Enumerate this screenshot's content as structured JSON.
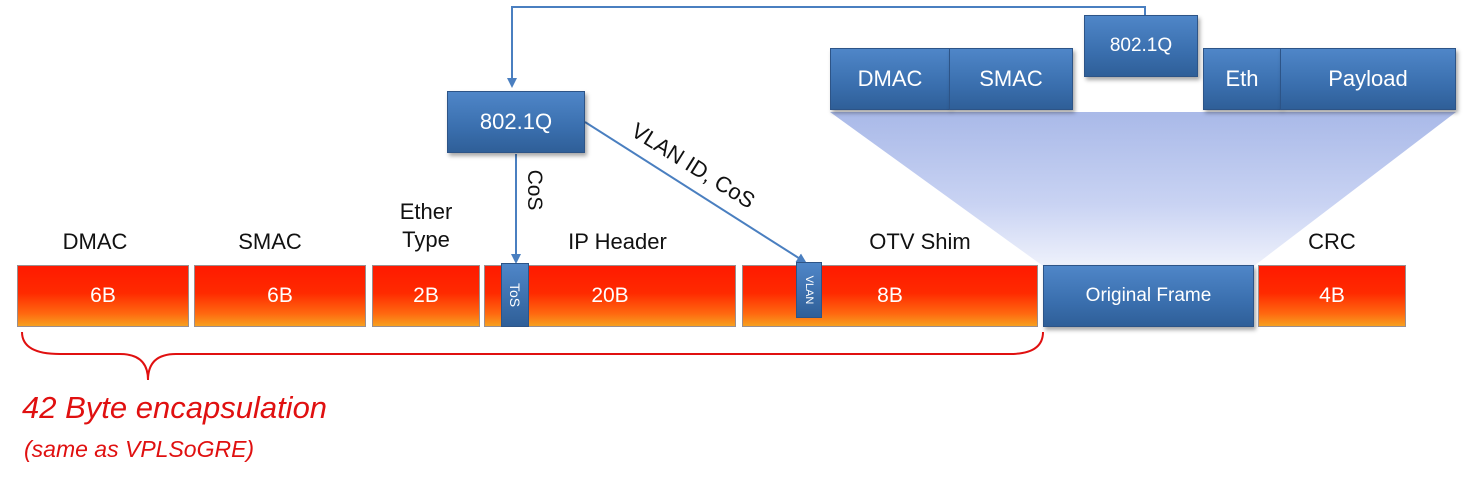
{
  "frame": {
    "dmac_label": "DMAC",
    "dmac_size": "6B",
    "smac_label": "SMAC",
    "smac_size": "6B",
    "ethertype_label": "Ether\nType",
    "ethertype_size": "2B",
    "ip_label": "IP Header",
    "ip_size": "20B",
    "tos_tag": "ToS",
    "otv_label": "OTV Shim",
    "otv_size": "8B",
    "vlan_tag": "VLAN",
    "original_frame": "Original Frame",
    "crc_label": "CRC",
    "crc_size": "4B"
  },
  "dot1q_box": "802.1Q",
  "arrow_labels": {
    "cos": "CoS",
    "vlan_cos": "VLAN ID, CoS"
  },
  "original": {
    "dmac": "DMAC",
    "smac": "SMAC",
    "dot1q": "802.1Q",
    "eth": "Eth",
    "payload": "Payload"
  },
  "annotation": {
    "main": "42 Byte encapsulation",
    "sub": "(same as VPLSoGRE)"
  },
  "colors": {
    "red_field": "#ff2000",
    "blue_field": "#3a6fae",
    "arrow": "#4a7fc0",
    "note": "#e01010"
  }
}
